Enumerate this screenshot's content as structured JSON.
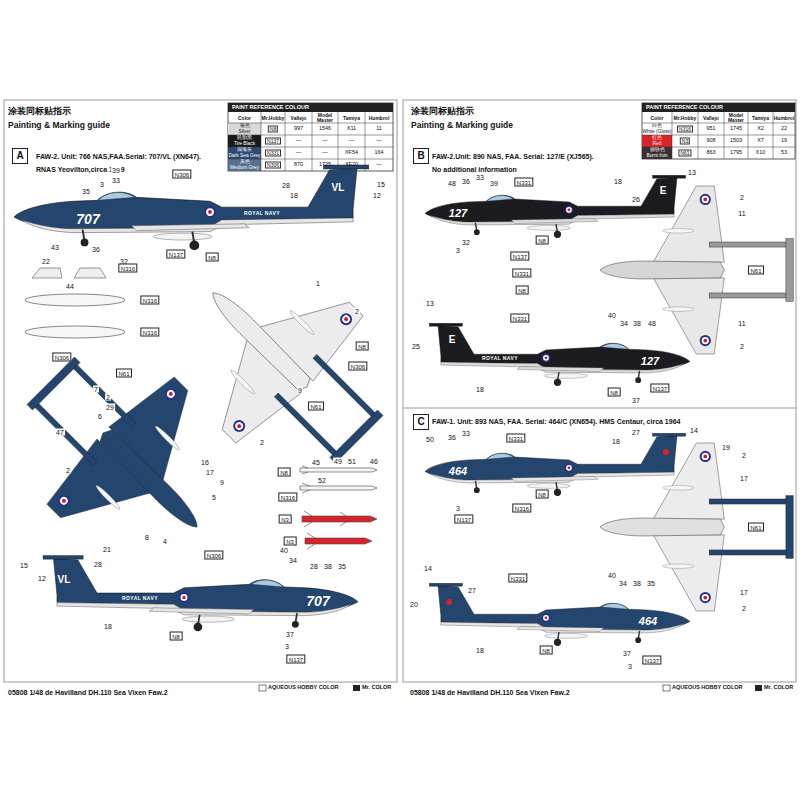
{
  "diagram": {
    "nodes": [
      {
        "text": [
          "A"
        ]
      },
      {
        "text": [
          "B"
        ]
      },
      {
        "text": [
          "C"
        ]
      }
    ],
    "labels": [
      "涂装同标贴指示",
      "Painting & Marking guide",
      "PAINT REFERENCE COLOUR",
      "Color",
      "Mr.Hobby",
      "Vallejo",
      "Model Master",
      "Tamiya",
      "Humbrol",
      "银色",
      "Silver",
      "N8",
      "997",
      "1546",
      "X11",
      "11",
      "轮胎黑",
      "Tire Black",
      "N137",
      "—",
      "—",
      "—",
      "—",
      "深海灰",
      "Dark Sea Grey",
      "N331",
      "—",
      "—",
      "XF54",
      "164",
      "灰色",
      "Medium Grey",
      "N306",
      "870",
      "1725",
      "XF20",
      "—",
      "FAW-2. Unit: 766 NAS,FAA.Serial: 707/VL (XN647).",
      "RNAS Yeovilton,circa 1969",
      "707",
      "ROYAL NAVY",
      "VL",
      "35",
      "3",
      "33",
      "39",
      "N306",
      "28",
      "18",
      "15",
      "12",
      "36",
      "32",
      "N137",
      "N8",
      "43",
      "22",
      "N316",
      "44",
      "N316",
      "N316",
      "1",
      "2",
      "N8",
      "N306",
      "9",
      "N61",
      "2",
      "N306",
      "N61",
      "7",
      "2",
      "29",
      "6",
      "47",
      "2",
      "16",
      "17",
      "9",
      "5",
      "21",
      "8",
      "4",
      "45",
      "49",
      "51",
      "46",
      "N8",
      "52",
      "N316",
      "N3",
      "N3",
      "15",
      "12",
      "VL",
      "28",
      "ROYAL NAVY",
      "N306",
      "40",
      "34",
      "28",
      "38",
      "35",
      "707",
      "18",
      "N8",
      "37",
      "3",
      "N137",
      "AQUEOUS HOBBY COLOR",
      "Mr. COLOR",
      "05808 1/48 de Havilland DH.110 Sea Vixen Faw.2",
      "涂装同标贴指示",
      "Painting & Marking guide",
      "PAINT REFERENCE COLOUR",
      "Color",
      "Mr.Hobby",
      "Vallejo",
      "Model Master",
      "Tamiya",
      "Humbrol",
      "白色",
      "White (Gloss)",
      "N316",
      "951",
      "1745",
      "X2",
      "22",
      "红色",
      "Red",
      "N3",
      "908",
      "1503",
      "X7",
      "19",
      "烧铁色",
      "Burnt Iron",
      "N61",
      "863",
      "1795",
      "X10",
      "53",
      "FAW-2.Unit: 890 NAS, FAA. Serial: 127/E (XJ565).",
      "No additional information",
      "127",
      "E",
      "48",
      "36",
      "33",
      "39",
      "N331",
      "18",
      "13",
      "26",
      "32",
      "3",
      "N8",
      "N137",
      "2",
      "11",
      "N331",
      "N8",
      "N61",
      "11",
      "2",
      "13",
      "E",
      "25",
      "ROYAL NAVY",
      "18",
      "N331",
      "40",
      "34",
      "38",
      "48",
      "127",
      "N8",
      "N137",
      "37",
      "FAW-1. Unit: 893 NAS, FAA. Serial: 464/C (XN654). HMS Centaur, circa 1964",
      "464",
      "50",
      "36",
      "33",
      "N331",
      "18",
      "27",
      "14",
      "3",
      "N137",
      "N8",
      "19",
      "2",
      "17",
      "N316",
      "N61",
      "17",
      "2",
      "14",
      "20",
      "27",
      "N331",
      "40",
      "34",
      "38",
      "35",
      "464",
      "18",
      "N8",
      "37",
      "N137",
      "3",
      "AQUEOUS HOBBY COLOR",
      "Mr. COLOR",
      "05808 1/48 de Havilland DH.110 Sea Vixen Faw.2"
    ]
  }
}
